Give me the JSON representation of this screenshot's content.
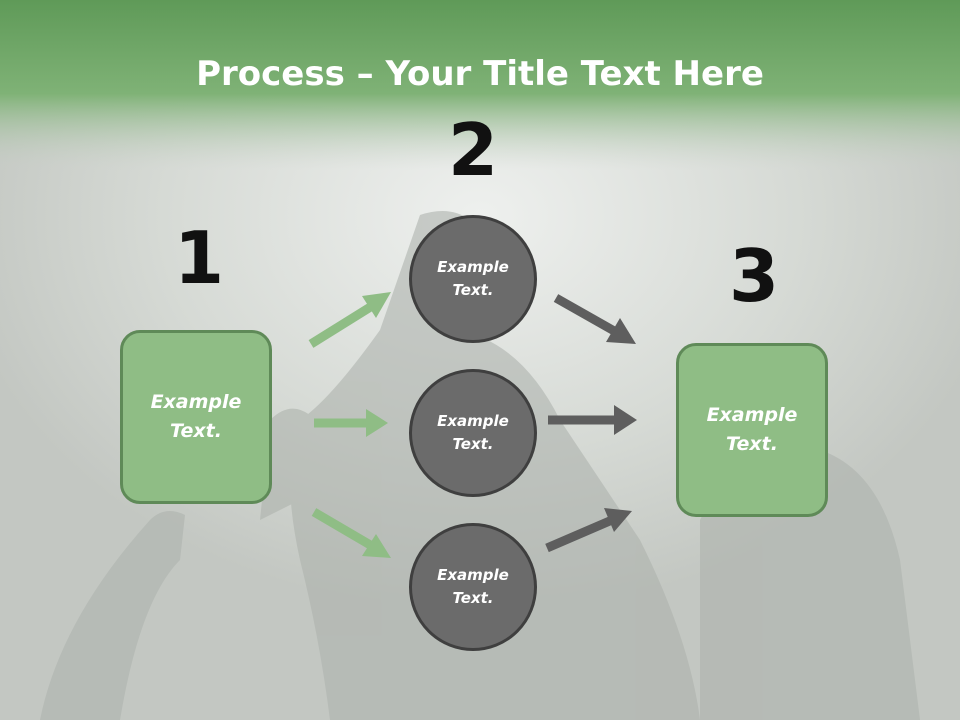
{
  "title": {
    "bold": "Process",
    "rest": " – Your Title Text Here"
  },
  "steps": {
    "one": {
      "number": "1",
      "text": "Example Text."
    },
    "two": {
      "number": "2"
    },
    "three": {
      "number": "3",
      "text": "Example Text."
    }
  },
  "circles": [
    {
      "text": "Example Text."
    },
    {
      "text": "Example Text."
    },
    {
      "text": "Example Text."
    }
  ],
  "colors": {
    "header_green": "#6ea866",
    "box_fill": "#8fbd85",
    "box_border": "#5f8a58",
    "circle_fill": "#6b6b6b",
    "circle_border": "#3f3f3f",
    "arrow_green": "#8fbd85",
    "arrow_gray": "#5e5e5e"
  }
}
